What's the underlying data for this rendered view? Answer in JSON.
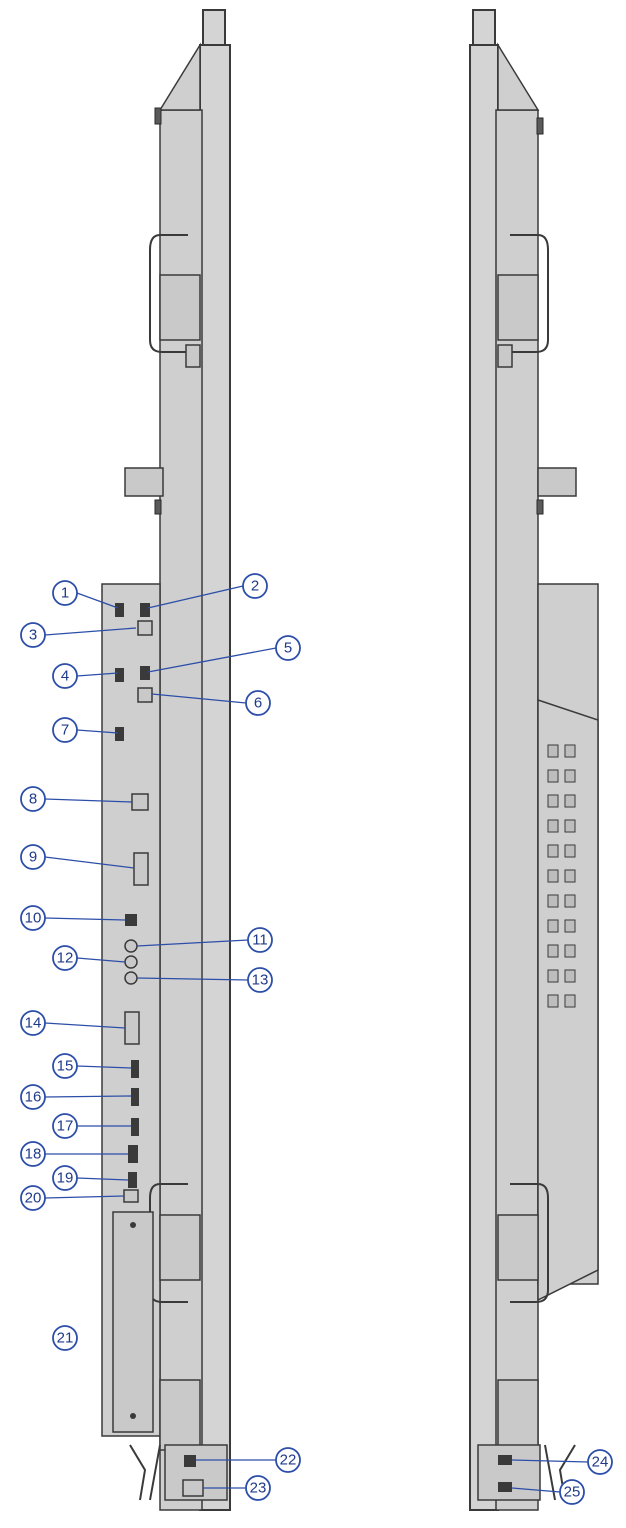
{
  "views": {
    "left": {
      "callouts": [
        {
          "label": "1"
        },
        {
          "label": "2"
        },
        {
          "label": "3"
        },
        {
          "label": "4"
        },
        {
          "label": "5"
        },
        {
          "label": "6"
        },
        {
          "label": "7"
        },
        {
          "label": "8"
        },
        {
          "label": "9"
        },
        {
          "label": "10"
        },
        {
          "label": "11"
        },
        {
          "label": "12"
        },
        {
          "label": "13"
        },
        {
          "label": "14"
        },
        {
          "label": "15"
        },
        {
          "label": "16"
        },
        {
          "label": "17"
        },
        {
          "label": "18"
        },
        {
          "label": "19"
        },
        {
          "label": "20"
        },
        {
          "label": "21"
        },
        {
          "label": "22"
        },
        {
          "label": "23"
        }
      ]
    },
    "right": {
      "callouts": [
        {
          "label": "24"
        },
        {
          "label": "25"
        }
      ]
    }
  },
  "colors": {
    "callout": "#2c4ea8",
    "outline": "#3a3a3a",
    "panel": "#d4d4d4"
  }
}
